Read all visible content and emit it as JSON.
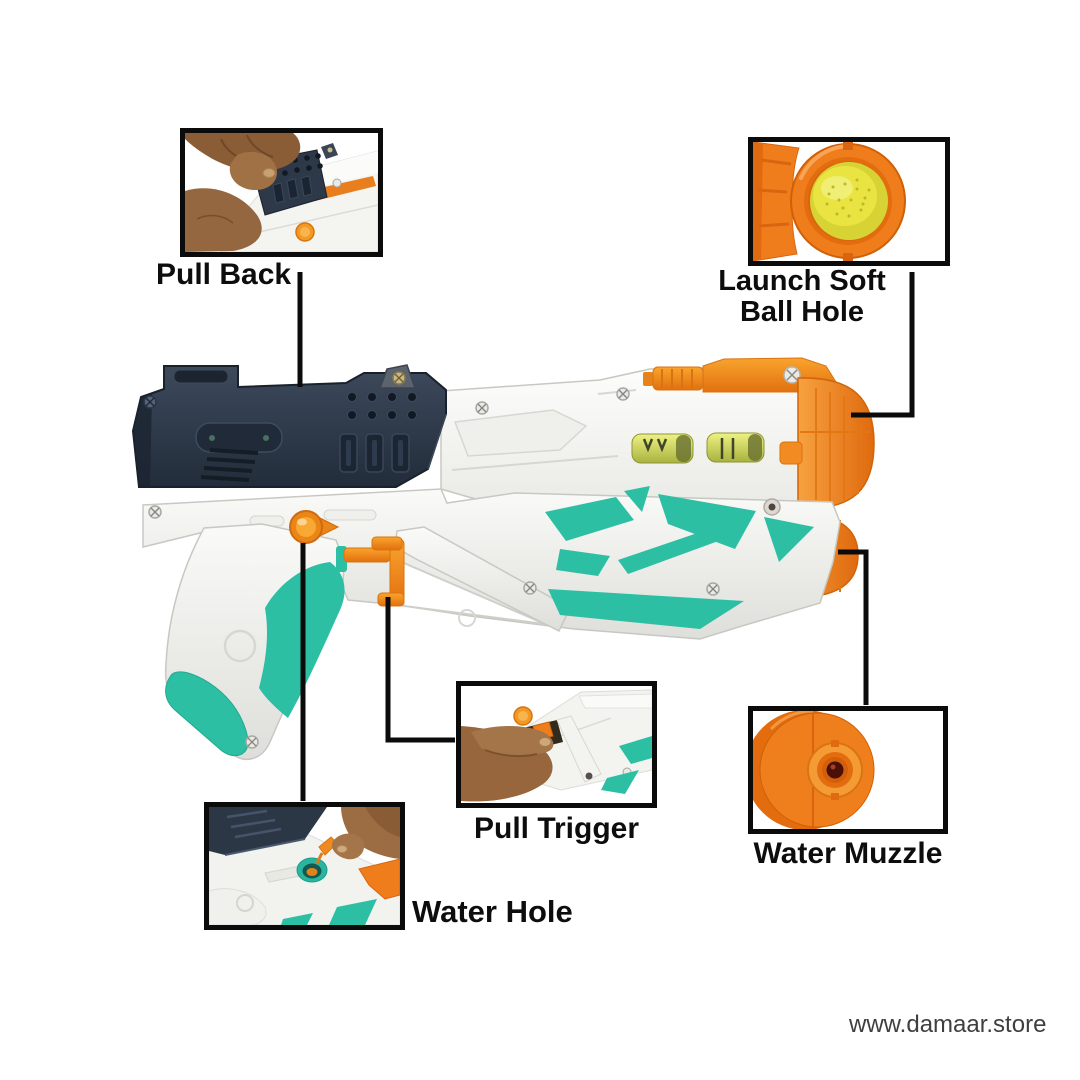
{
  "title": "toy-water-gun-parts-infographic",
  "labels": {
    "pull_back": "Pull Back",
    "launch_line1": "Launch Soft",
    "launch_line2": "Ball Hole",
    "pull_trigger": "Pull Trigger",
    "water_hole": "Water Hole",
    "water_muzzle": "Water Muzzle"
  },
  "watermark": "www.damaar.store",
  "colors": {
    "background": "#ffffff",
    "body_white": "#f5f5f2",
    "accent_teal": "#2dbfa4",
    "accent_orange": "#ef7d1b",
    "pump_navy": "#2d3848",
    "foam_ball_yellow": "#e7e23e",
    "level_window_green": "#c9d45a",
    "callout_line": "#0b0b0b",
    "label_text": "#0d0d0d",
    "watermark_text": "#3f3f3f",
    "skin_tone": "#9a6b41"
  }
}
